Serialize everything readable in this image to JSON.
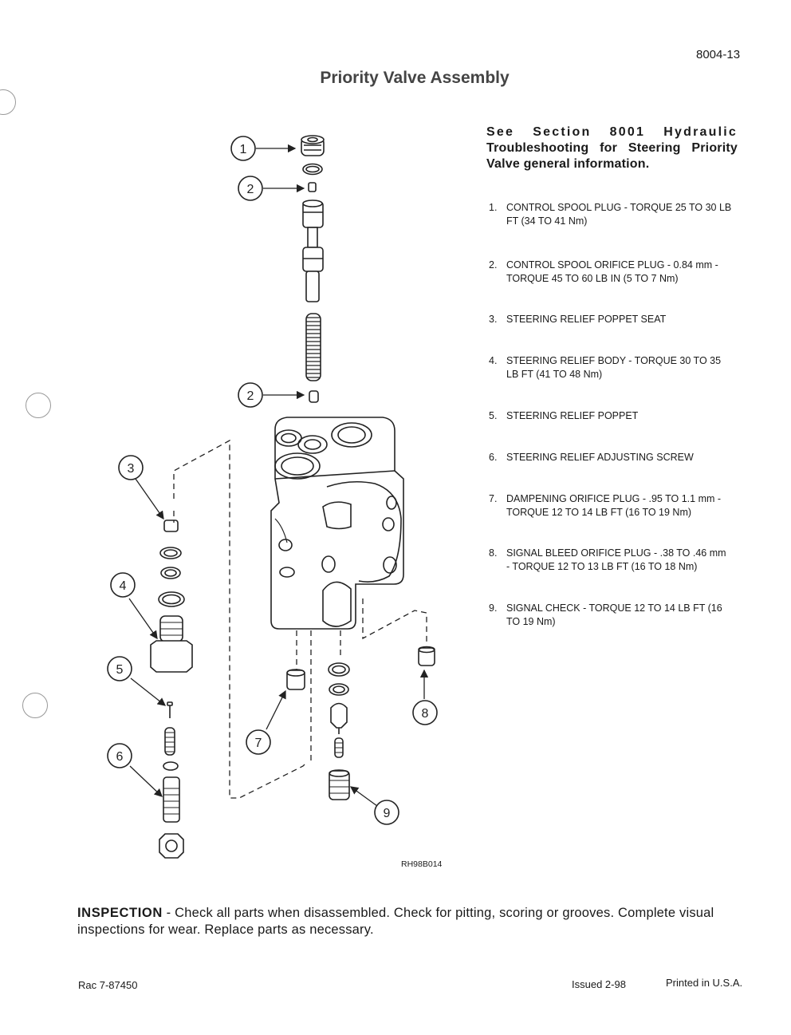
{
  "page_number": "8004-13",
  "title": "Priority Valve Assembly",
  "intro": {
    "lead": "See Section 8001 Hydraulic",
    "rest": "Troubleshooting for Steering Priority Valve general information."
  },
  "parts": [
    {
      "num": "1.",
      "text": "CONTROL SPOOL PLUG - TORQUE 25 TO 30 LB FT (34 TO 41 Nm)"
    },
    {
      "num": "2.",
      "text": "CONTROL SPOOL ORIFICE PLUG - 0.84 mm - TORQUE 45 TO 60 LB IN (5 TO 7 Nm)"
    },
    {
      "num": "3.",
      "text": "STEERING RELIEF POPPET SEAT"
    },
    {
      "num": "4.",
      "text": "STEERING RELIEF BODY - TORQUE 30 TO 35 LB FT (41 TO 48 Nm)"
    },
    {
      "num": "5.",
      "text": "STEERING RELIEF POPPET"
    },
    {
      "num": "6.",
      "text": "STEERING RELIEF ADJUSTING SCREW"
    },
    {
      "num": "7.",
      "text": "DAMPENING ORIFICE PLUG - .95 TO 1.1 mm - TORQUE 12 TO 14 LB FT (16 TO 19 Nm)"
    },
    {
      "num": "8.",
      "text": "SIGNAL BLEED ORIFICE PLUG - .38 TO .46 mm - TORQUE 12 TO 13 LB FT (16 TO 18 Nm)"
    },
    {
      "num": "9.",
      "text": "SIGNAL CHECK - TORQUE 12 TO 14 LB FT (16 TO 19 Nm)"
    }
  ],
  "callouts": [
    "1",
    "2",
    "2",
    "3",
    "4",
    "5",
    "6",
    "7",
    "8",
    "9"
  ],
  "figure_code": "RH98B014",
  "inspection": {
    "heading": "INSPECTION",
    "text": " - Check all parts when disassembled. Check for pitting, scoring or grooves. Complete visual inspections for wear. Replace parts as necessary."
  },
  "footer": {
    "left": "Rac 7-87450",
    "middle": "Issued 2-98",
    "right": "Printed in U.S.A."
  }
}
